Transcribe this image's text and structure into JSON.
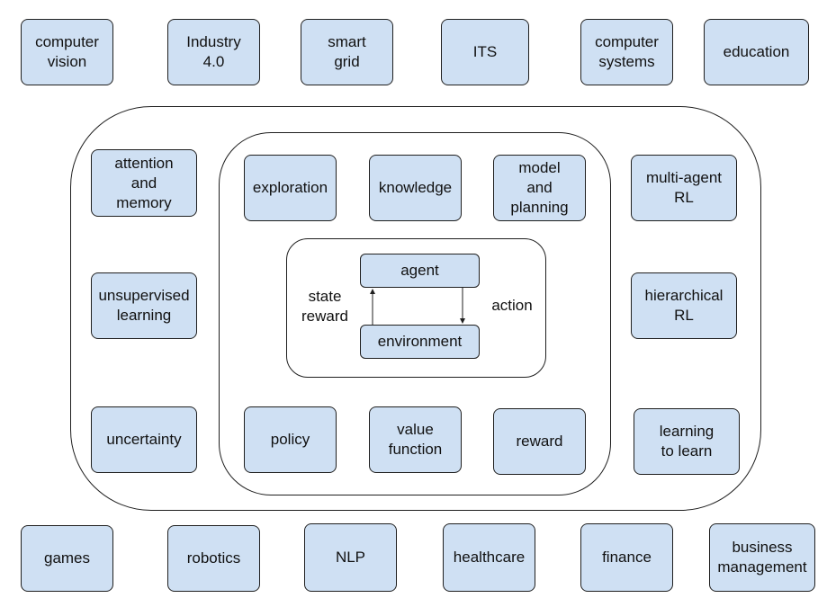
{
  "top_row": [
    {
      "name": "computer-vision",
      "text": "computer\nvision"
    },
    {
      "name": "industry-4",
      "text": "Industry\n4.0"
    },
    {
      "name": "smart-grid",
      "text": "smart\ngrid"
    },
    {
      "name": "its",
      "text": "ITS"
    },
    {
      "name": "computer-systems",
      "text": "computer\nsystems"
    },
    {
      "name": "education",
      "text": "education"
    }
  ],
  "bottom_row": [
    {
      "name": "games",
      "text": "games"
    },
    {
      "name": "robotics",
      "text": "robotics"
    },
    {
      "name": "nlp",
      "text": "NLP"
    },
    {
      "name": "healthcare",
      "text": "healthcare"
    },
    {
      "name": "finance",
      "text": "finance"
    },
    {
      "name": "business-management",
      "text": "business\nmanagement"
    }
  ],
  "outer_left": [
    {
      "name": "attention-and-memory",
      "text": "attention\nand\nmemory"
    },
    {
      "name": "unsupervised-learning",
      "text": "unsupervised\nlearning"
    },
    {
      "name": "uncertainty",
      "text": "uncertainty"
    }
  ],
  "outer_right": [
    {
      "name": "multi-agent-rl",
      "text": "multi-agent\nRL"
    },
    {
      "name": "hierarchical-rl",
      "text": "hierarchical\nRL"
    },
    {
      "name": "learning-to-learn",
      "text": "learning\nto learn"
    }
  ],
  "inner_top": [
    {
      "name": "exploration",
      "text": "exploration"
    },
    {
      "name": "knowledge",
      "text": "knowledge"
    },
    {
      "name": "model-and-planning",
      "text": "model\nand\nplanning"
    }
  ],
  "inner_bottom": [
    {
      "name": "policy",
      "text": "policy"
    },
    {
      "name": "value-function",
      "text": "value\nfunction"
    },
    {
      "name": "reward",
      "text": "reward"
    }
  ],
  "core": {
    "agent": "agent",
    "environment": "environment",
    "state_reward": "state\nreward",
    "action": "action"
  }
}
